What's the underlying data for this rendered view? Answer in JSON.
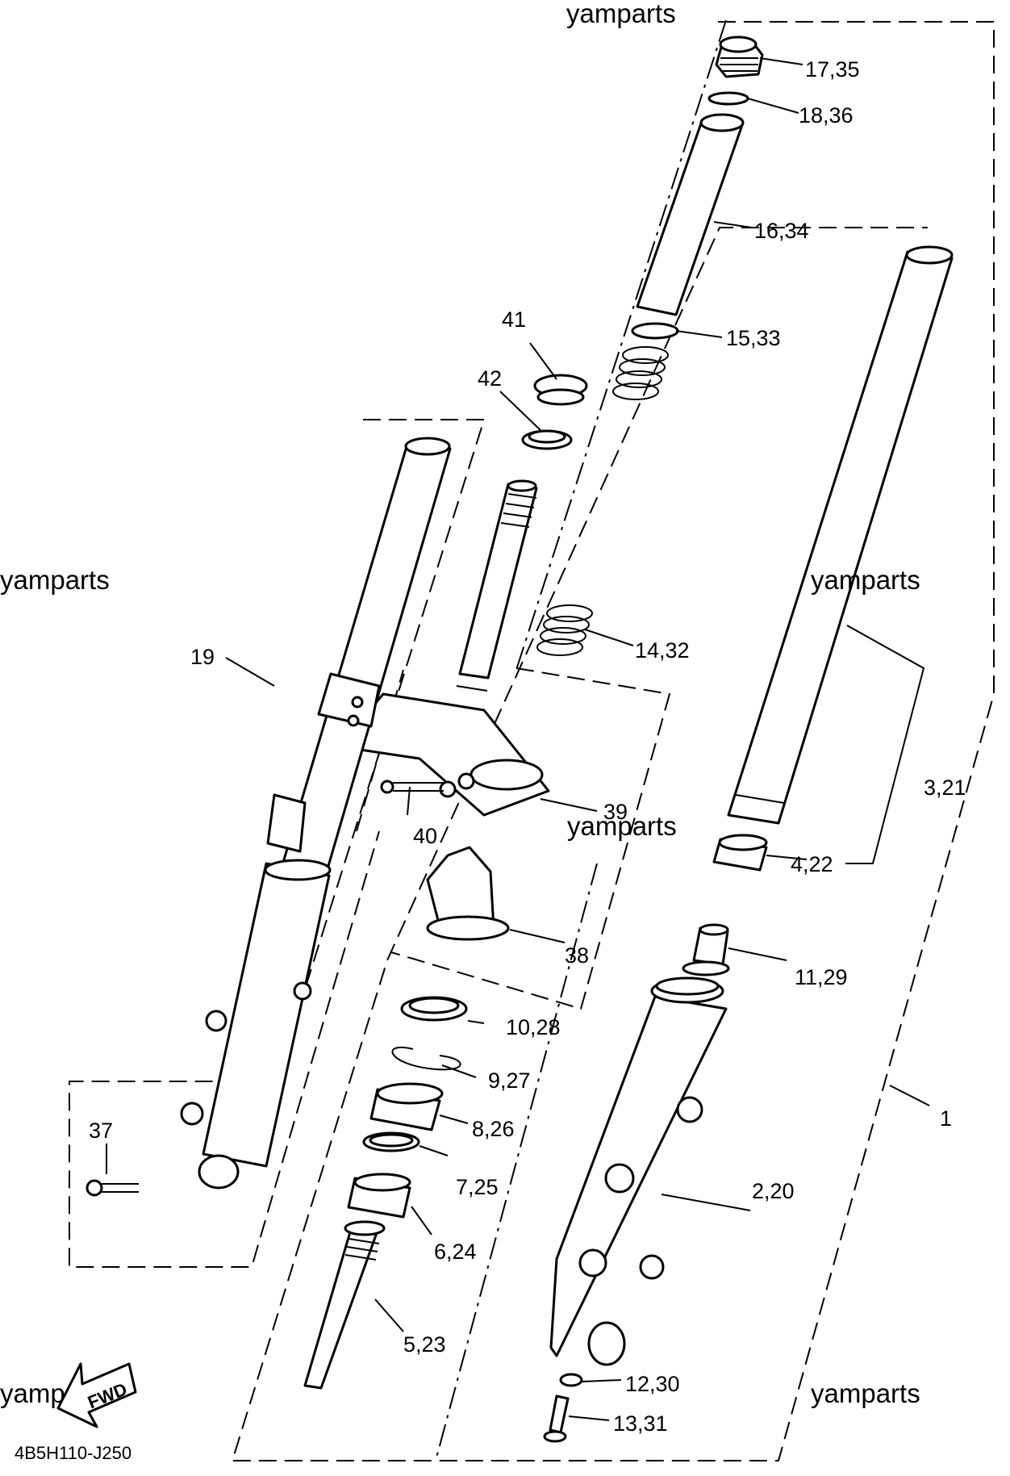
{
  "diagram_code": "4B5H110-J250",
  "watermark": "yamparts",
  "fwd_label": "FWD",
  "callouts": {
    "p1": "1",
    "p2_20": "2,20",
    "p3_21": "3,21",
    "p4_22": "4,22",
    "p5_23": "5,23",
    "p6_24": "6,24",
    "p7_25": "7,25",
    "p8_26": "8,26",
    "p9_27": "9,27",
    "p10_28": "10,28",
    "p11_29": "11,29",
    "p12_30": "12,30",
    "p13_31": "13,31",
    "p14_32": "14,32",
    "p15_33": "15,33",
    "p16_34": "16,34",
    "p17_35": "17,35",
    "p18_36": "18,36",
    "p19": "19",
    "p37": "37",
    "p38": "38",
    "p39": "39",
    "p40": "40",
    "p41": "41",
    "p42": "42"
  }
}
